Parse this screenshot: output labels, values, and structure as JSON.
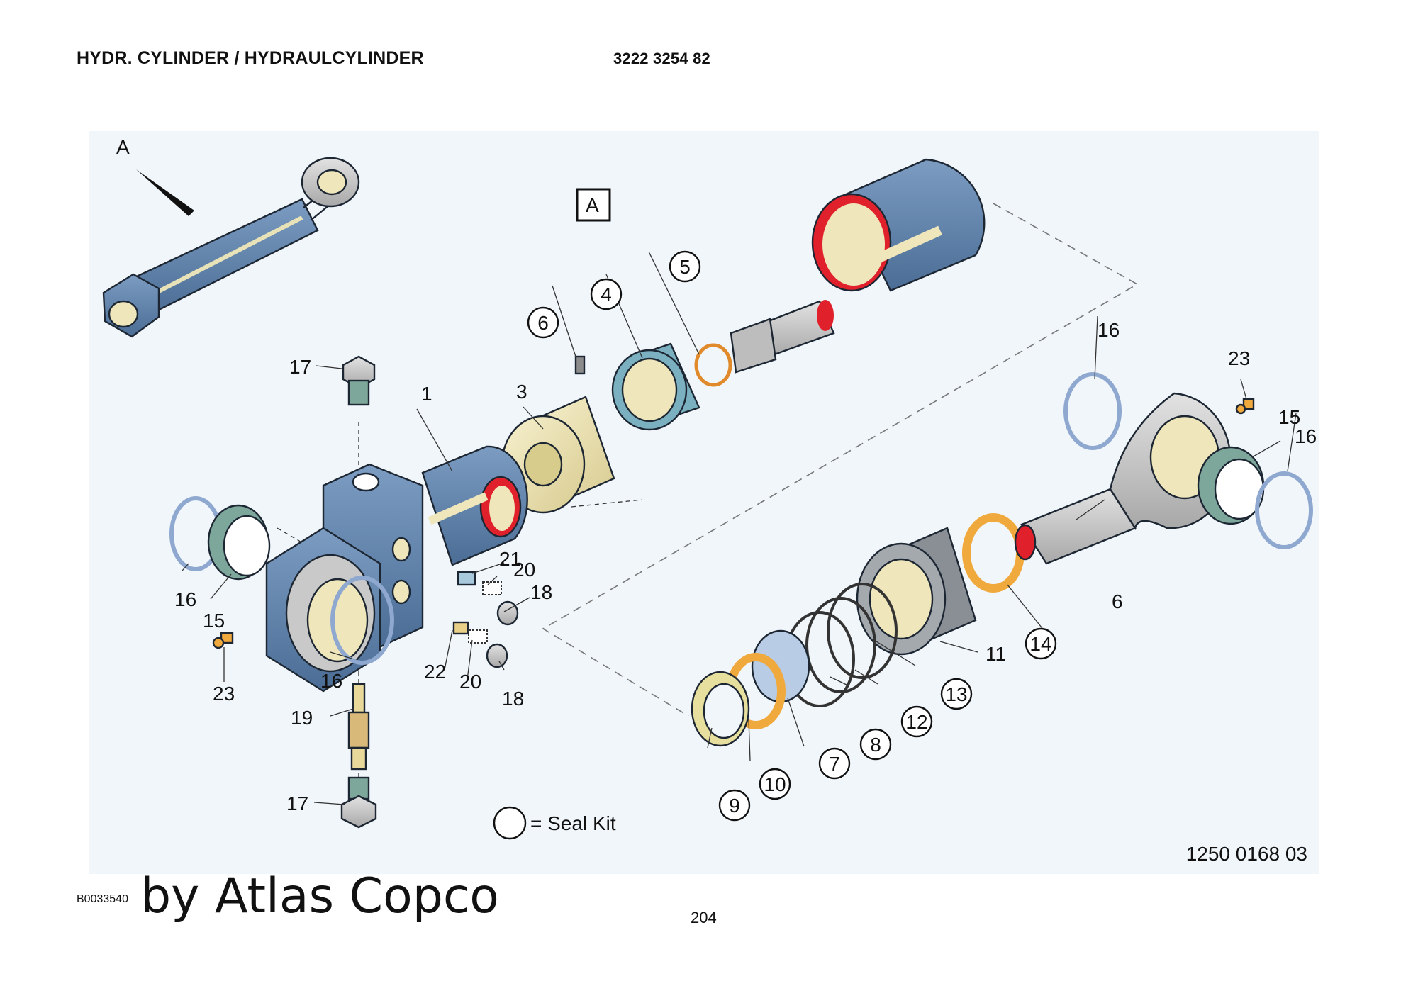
{
  "header": {
    "title": "HYDR. CYLINDER / HYDRAULCYLINDER",
    "doc_number": "3222 3254 82"
  },
  "diagram": {
    "view_label": "A",
    "detail_box_label": "A",
    "legend_text": "= Seal Kit",
    "illustration_number": "1250 0168 03",
    "parts": [
      {
        "id": "p1",
        "label": "1",
        "seal": false
      },
      {
        "id": "p3",
        "label": "3",
        "seal": false
      },
      {
        "id": "p4",
        "label": "4",
        "seal": true
      },
      {
        "id": "p5",
        "label": "5",
        "seal": true
      },
      {
        "id": "p6a",
        "label": "6",
        "seal": true
      },
      {
        "id": "p6b",
        "label": "6",
        "seal": false
      },
      {
        "id": "p7",
        "label": "7",
        "seal": true
      },
      {
        "id": "p8",
        "label": "8",
        "seal": true
      },
      {
        "id": "p9",
        "label": "9",
        "seal": true
      },
      {
        "id": "p10",
        "label": "10",
        "seal": true
      },
      {
        "id": "p11",
        "label": "11",
        "seal": false
      },
      {
        "id": "p12",
        "label": "12",
        "seal": true
      },
      {
        "id": "p13",
        "label": "13",
        "seal": true
      },
      {
        "id": "p14",
        "label": "14",
        "seal": true
      },
      {
        "id": "p15a",
        "label": "15",
        "seal": false
      },
      {
        "id": "p15b",
        "label": "15",
        "seal": false
      },
      {
        "id": "p16a",
        "label": "16",
        "seal": false
      },
      {
        "id": "p16b",
        "label": "16",
        "seal": false
      },
      {
        "id": "p16c",
        "label": "16",
        "seal": false
      },
      {
        "id": "p16d",
        "label": "16",
        "seal": false
      },
      {
        "id": "p17a",
        "label": "17",
        "seal": false
      },
      {
        "id": "p17b",
        "label": "17",
        "seal": false
      },
      {
        "id": "p18a",
        "label": "18",
        "seal": false
      },
      {
        "id": "p18b",
        "label": "18",
        "seal": false
      },
      {
        "id": "p19",
        "label": "19",
        "seal": false
      },
      {
        "id": "p20a",
        "label": "20",
        "seal": false
      },
      {
        "id": "p20b",
        "label": "20",
        "seal": false
      },
      {
        "id": "p21",
        "label": "21",
        "seal": false
      },
      {
        "id": "p22",
        "label": "22",
        "seal": false
      },
      {
        "id": "p23a",
        "label": "23",
        "seal": false
      },
      {
        "id": "p23b",
        "label": "23",
        "seal": false
      }
    ]
  },
  "footer": {
    "image_code": "B0033540",
    "brand": "by Atlas Copco",
    "page_number": "204"
  },
  "colors": {
    "panel": "#f1f6fa",
    "body_blue": "#5c7fa6",
    "teal": "#7bb0c0",
    "cream": "#efe7bb",
    "gray_metal": "#c4c4c4",
    "orange": "#f0a93c",
    "red_seal": "#e0202a",
    "green_bushing": "#7ea79c"
  }
}
